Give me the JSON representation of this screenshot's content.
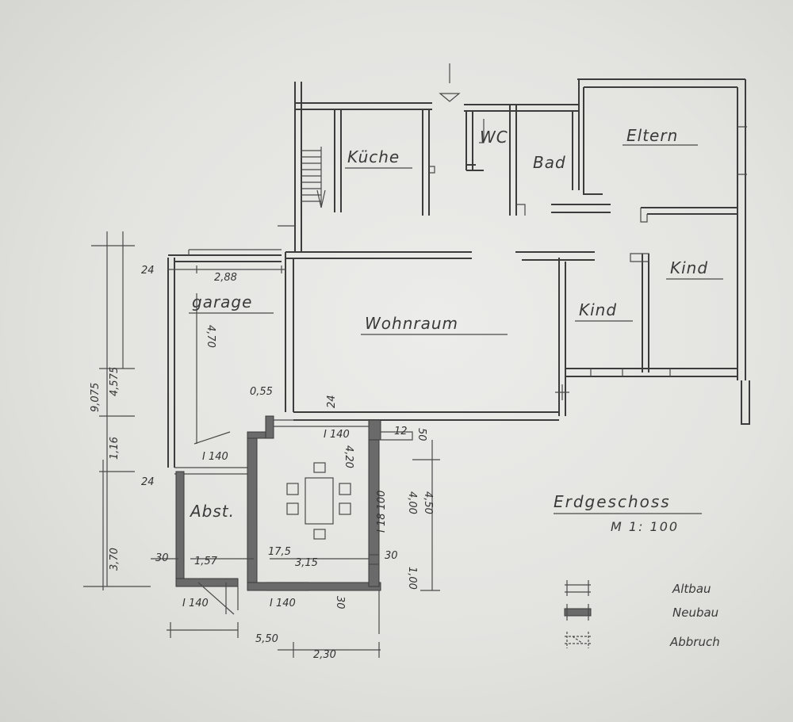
{
  "rooms": {
    "kueche": "Küche",
    "wc": "WC",
    "bad": "Bad",
    "eltern": "Eltern",
    "kind1": "Kind",
    "kind2": "Kind",
    "wohnraum": "Wohnraum",
    "garage": "garage",
    "abst": "Abst."
  },
  "title": {
    "floor": "Erdgeschoss",
    "scale": "M 1: 100"
  },
  "legend": {
    "altbau": "Altbau",
    "neubau": "Neubau",
    "abbruch": "Abbruch"
  },
  "dimensions": {
    "d24_top": "24",
    "d288": "2,88",
    "d470": "4,70",
    "d055": "0,55",
    "d24_mid": "24",
    "d12": "12",
    "d50": "50",
    "i140_a": "I 140",
    "i140_b": "I 140",
    "i140_c": "I 140",
    "i140_d": "I 140",
    "d420": "4,20",
    "i18100": "I 18 100",
    "d400": "4,00",
    "d450": "4,50",
    "d24_left": "24",
    "d175": "17,5",
    "d30_left": "30",
    "d157": "1,57",
    "d315": "3,15",
    "d30_right": "30",
    "d30_bottom": "30",
    "d100": "1,00",
    "d550": "5,50",
    "d230": "2,30",
    "d9075": "9,075",
    "d4575": "4,575",
    "d116": "1,16",
    "d370": "3,70"
  }
}
